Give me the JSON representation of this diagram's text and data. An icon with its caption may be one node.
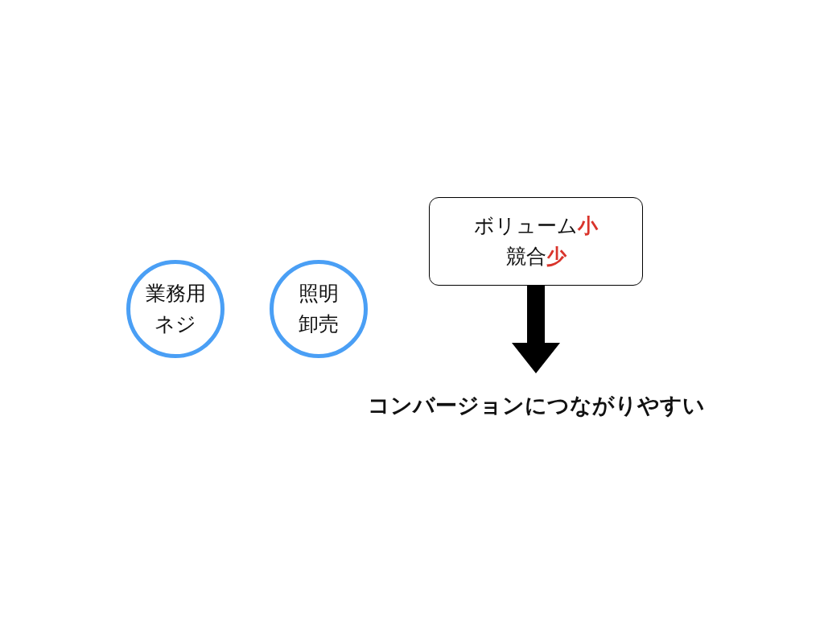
{
  "diagram": {
    "nodes": [
      {
        "text": [
          "業務用ネジ"
        ]
      },
      {
        "text": [
          "照明卸売"
        ]
      },
      {
        "text": [
          "ボリューム**小**",
          "競合**少**"
        ]
      },
      {
        "text": [
          "コンバージョンにつながりやすい"
        ]
      }
    ],
    "edges": [
      {
        "from": 2,
        "to": 3,
        "arrow": "to",
        "style": "thick"
      }
    ]
  }
}
